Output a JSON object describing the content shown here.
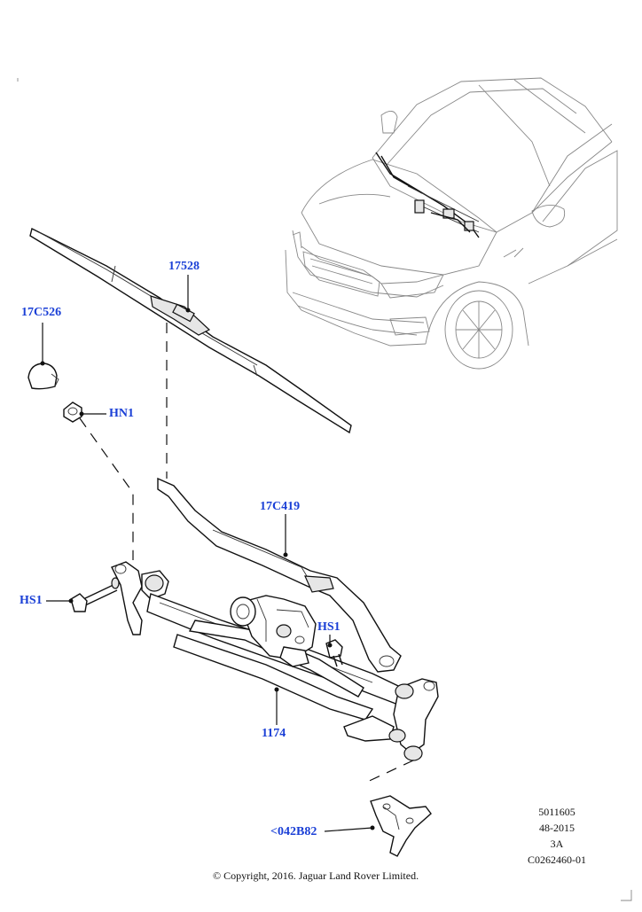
{
  "callouts": {
    "wiper_blade": "17528",
    "blade_cap": "17C526",
    "nut_hn1": "HN1",
    "wiper_arm": "17C419",
    "bolt_hs1_left": "HS1",
    "bolt_hs1_right": "HS1",
    "linkage": "1174",
    "bracket": "<042B82"
  },
  "info": {
    "line1": "5011605",
    "line2": "48-2015",
    "line3": "3A",
    "line4": "C0262460-01"
  },
  "copyright": "© Copyright, 2016. Jaguar Land Rover Limited."
}
